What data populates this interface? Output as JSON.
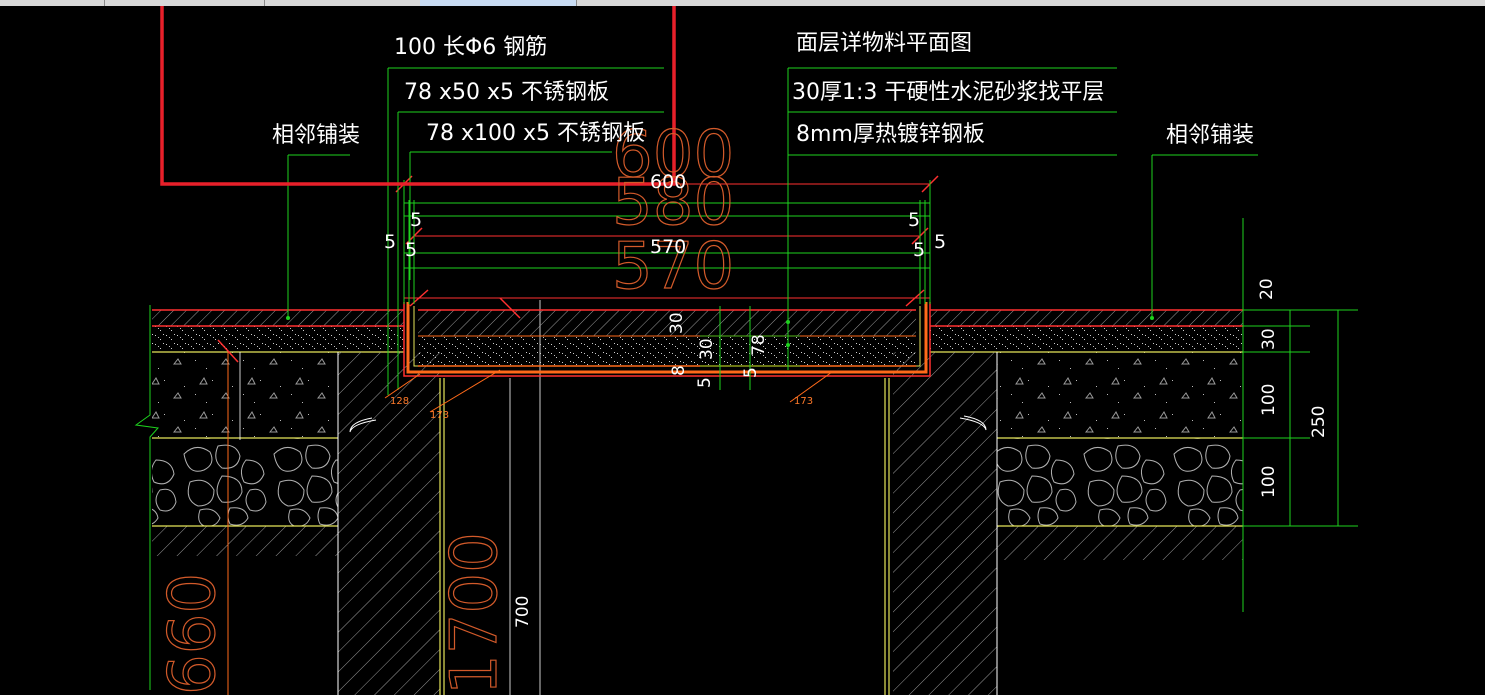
{
  "labels": {
    "rebar": "100 长Φ6 钢筋",
    "plate_small": "78 x50 x5 不锈钢板",
    "plate_large": "78 x100 x5 不锈钢板",
    "adjacent_left": "相邻铺装",
    "adjacent_right": "相邻铺装",
    "surface_title": "面层详物料平面图",
    "mortar_layer": "30厚1:3 干硬性水泥砂浆找平层",
    "steel_plate": "8mm厚热镀锌钢板"
  },
  "dimensions": {
    "d600": "600",
    "d570": "570",
    "left5a": "5",
    "left5b": "5",
    "left5c": "5",
    "right5a": "5",
    "right5b": "5",
    "right5c": "5",
    "d30a": "30",
    "d30b": "30",
    "d78": "78",
    "d8": "8",
    "d5a": "5",
    "d5b": "5",
    "d700": "700",
    "r20": "20",
    "r30": "30",
    "r100a": "100",
    "r100b": "100",
    "r250": "250"
  },
  "outline_text": {
    "o600": "600",
    "o580": "580",
    "o570": "570",
    "o1700": "1700",
    "o660": "660"
  },
  "tags": {
    "t128": "128",
    "t173a": "173",
    "t173b": "173"
  },
  "colors": {
    "white": "#ffffff",
    "green": "#1ed21e",
    "red_dim": "#ff2a2a",
    "orange": "#ff6a1a",
    "yellow": "#e6e65a",
    "hatch": "#9a9a9a",
    "highlight": "#e8202a"
  }
}
